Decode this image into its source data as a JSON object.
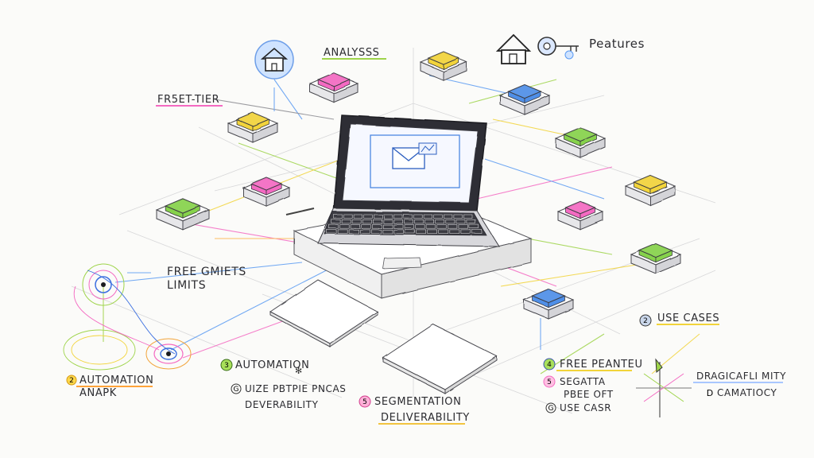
{
  "labels": {
    "analysis": "ANALYSSS",
    "features": "Peatures",
    "free_tier": "FR5ET-TIER",
    "free_limits_1": "FREE GMIETS",
    "free_limits_2": "LIMITS",
    "use_cases": "USE CASES",
    "automation_1": "AUTOMATION",
    "automation_1b": "ANAPK",
    "automation_2": "AUTOMATION",
    "usage_line": "UIZE PBTPIE PNCAS",
    "deliverability_1": "DEVERABILITY",
    "segmentation": "SEGMENTATION",
    "deliverability_2": "DELIVERABILITY",
    "free_feature": "FREE PEANTEU",
    "segment_short": "SEGATTA",
    "free_short": "PBEE OFT",
    "use_case_short": "USE CASR",
    "drag_1": "DRAGICAFLI MITY",
    "drag_2": "CAMATIOCY"
  },
  "markers": {
    "automation_1": "2",
    "automation_2": "3",
    "usage_line": "G",
    "segmentation": "5",
    "free_feature": "4",
    "segment_short": "5",
    "use_case_short": "G",
    "use_cases": "2",
    "drag_2": "D"
  },
  "colors": {
    "pink": "#f46ac2",
    "yellow": "#f2d43a",
    "blue": "#4f8fe8",
    "green": "#86d24c",
    "accent_blue": "#5b9bf2",
    "screen_blue": "#3f7fe0"
  },
  "icons": [
    "house-icon",
    "key-icon",
    "envelope-icon",
    "target-icon",
    "chart-icon"
  ]
}
